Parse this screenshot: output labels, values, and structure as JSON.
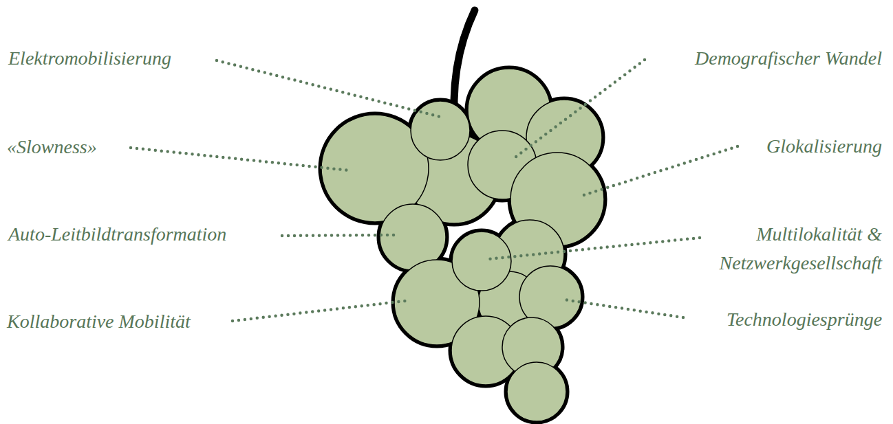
{
  "diagram": {
    "labels": [
      "Elektromobilisierung",
      "Demografischer Wandel",
      "«Slowness»",
      "Glokalisierung",
      "Auto-Leitbildtransformation",
      "Multilokalität & Netzwerkgesellschaft",
      "Kollaborative Mobilität",
      "Technologiesprünge"
    ]
  }
}
